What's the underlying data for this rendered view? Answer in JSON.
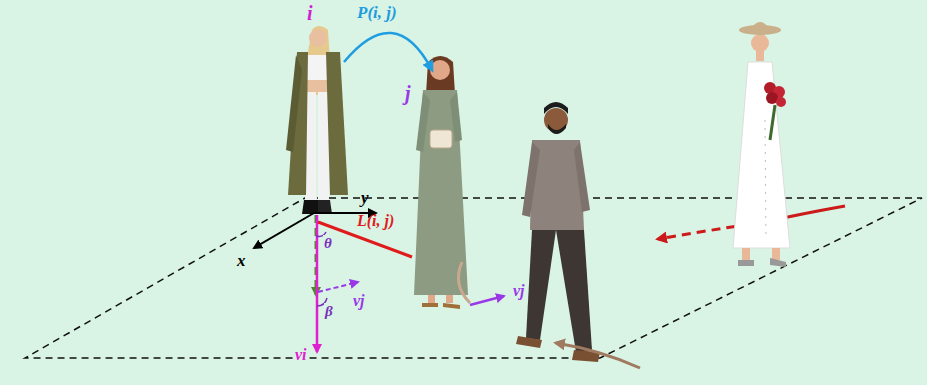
{
  "diagram": {
    "labels": [
      "i",
      "P(i, j)",
      "j",
      "y",
      "x",
      "θ",
      "L(i, j)",
      "β",
      "vj",
      "vi",
      "vj"
    ]
  }
}
